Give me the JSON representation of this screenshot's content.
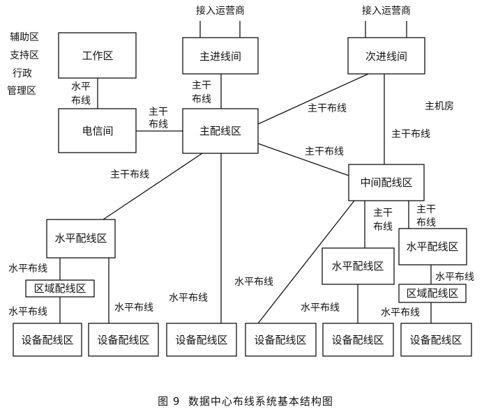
{
  "diagram": {
    "caption": "图 9  数据中心布线系统基本结构图",
    "left_notes": [
      "辅助区",
      "支持区",
      "行政",
      "管理区"
    ],
    "room_note": "主机房",
    "access_label_1": "接入运营商",
    "access_label_2": "接入运营商",
    "nodes": {
      "work_area": "工作区",
      "telecom_room": "电信间",
      "main_entrance": "主进线间",
      "secondary_entrance": "次进线间",
      "main_distribution": "主配线区",
      "intermediate_distribution": "中间配线区",
      "horizontal_dist_left": "水平配线区",
      "zone_dist_left": "区域配线区",
      "equip_dist_1": "设备配线区",
      "equip_dist_2": "设备配线区",
      "equip_dist_3": "设备配线区",
      "equip_dist_4": "设备配线区",
      "equip_dist_5": "设备配线区",
      "equip_dist_6": "设备配线区",
      "horizontal_dist_mid": "水平配线区",
      "horizontal_dist_right": "水平配线区",
      "zone_dist_right": "区域配线区"
    },
    "edge_labels": {
      "work_telecom": [
        "水平",
        "布线"
      ],
      "telecom_main": [
        "主干",
        "布线"
      ],
      "entrance_main": [
        "主干",
        "布线"
      ],
      "secondary_main": "主干布线",
      "secondary_intermediate": "主干布线",
      "main_intermediate": "主干布线",
      "main_hzleft": "主干布线",
      "inter_hzmid": [
        "主干",
        "布线"
      ],
      "inter_hzright": [
        "主干",
        "布线"
      ],
      "hzleft_zone": "水平布线",
      "zone_equip1": "水平布线",
      "hzleft_equip2": "水平布线",
      "main_equip3": "水平布线",
      "inter_equip4": "水平布线",
      "hzmid_equip5": "水平布线",
      "hzright_zone": "水平布线",
      "zone_equip6": "水平布线"
    }
  }
}
